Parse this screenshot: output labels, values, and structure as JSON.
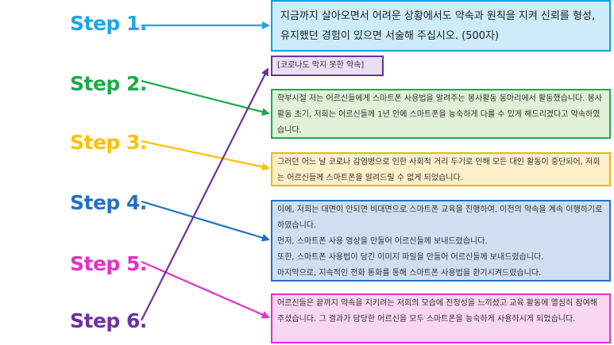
{
  "steps": [
    {
      "label": "Step 1.",
      "color": "#1aa7e6"
    },
    {
      "label": "Step 2.",
      "color": "#1aab4b"
    },
    {
      "label": "Step 3.",
      "color": "#ffc000"
    },
    {
      "label": "Step 4.",
      "color": "#1f72c4"
    },
    {
      "label": "Step 5.",
      "color": "#e62fc8"
    },
    {
      "label": "Step 6.",
      "color": "#7030a0"
    }
  ],
  "question": "지금까지 살아오면서 어려운 상황에서도 약속과 원칙을 지켜 신뢰를 형성, 유지했던 경험이 있으면 서술해 주십시오. (500자)",
  "title_box": "[코로나도 막지 못한 약속]",
  "paragraphs": {
    "step2": "학부시절 저는 어르신들에게 스마트폰 사용법을 알려주는 봉사활동 동아리에서 활동했습니다. 봉사활동 초기, 저희는 어르신들께 1년 안에 스마트폰을 능숙하게 다룰 수 있게 해드리겠다고 약속하였습니다.",
    "step3": "그러던 어느 날 코로나 감염병으로 인한 사회적 거리 두기로 인해 모든 대인 활동이 중단되어, 저희는 어르신들께 스마트폰을 알려드릴 수 없게 되었습니다.",
    "step4": [
      "이에, 저희는 대면이 안되면 비대면으로 스마트폰 교육을 진행하여, 이전의 약속을 계속 이행하기로 하였습니다.",
      "먼저, 스마트폰 사용 영상을 만들어 어르신들께 보내드렸습니다.",
      "또한, 스마트폰 사용법이 담긴 이미지 파일을 만들어 어르신들께 보내드렸습니다.",
      "마지막으로, 지속적인 전화 통화를 통해 스마트폰 사용법을 환기시켜드렸습니다."
    ],
    "step5": "어르신들은 끝까지 약속을 지키려는 저희의 모습에 진정성을 느끼셨고 교육 활동에 열심히 참여해 주셨습니다. 그 결과가 담당한 어르신을 모두 스마트폰을 능숙하게 사용하시게 되었습니다."
  }
}
